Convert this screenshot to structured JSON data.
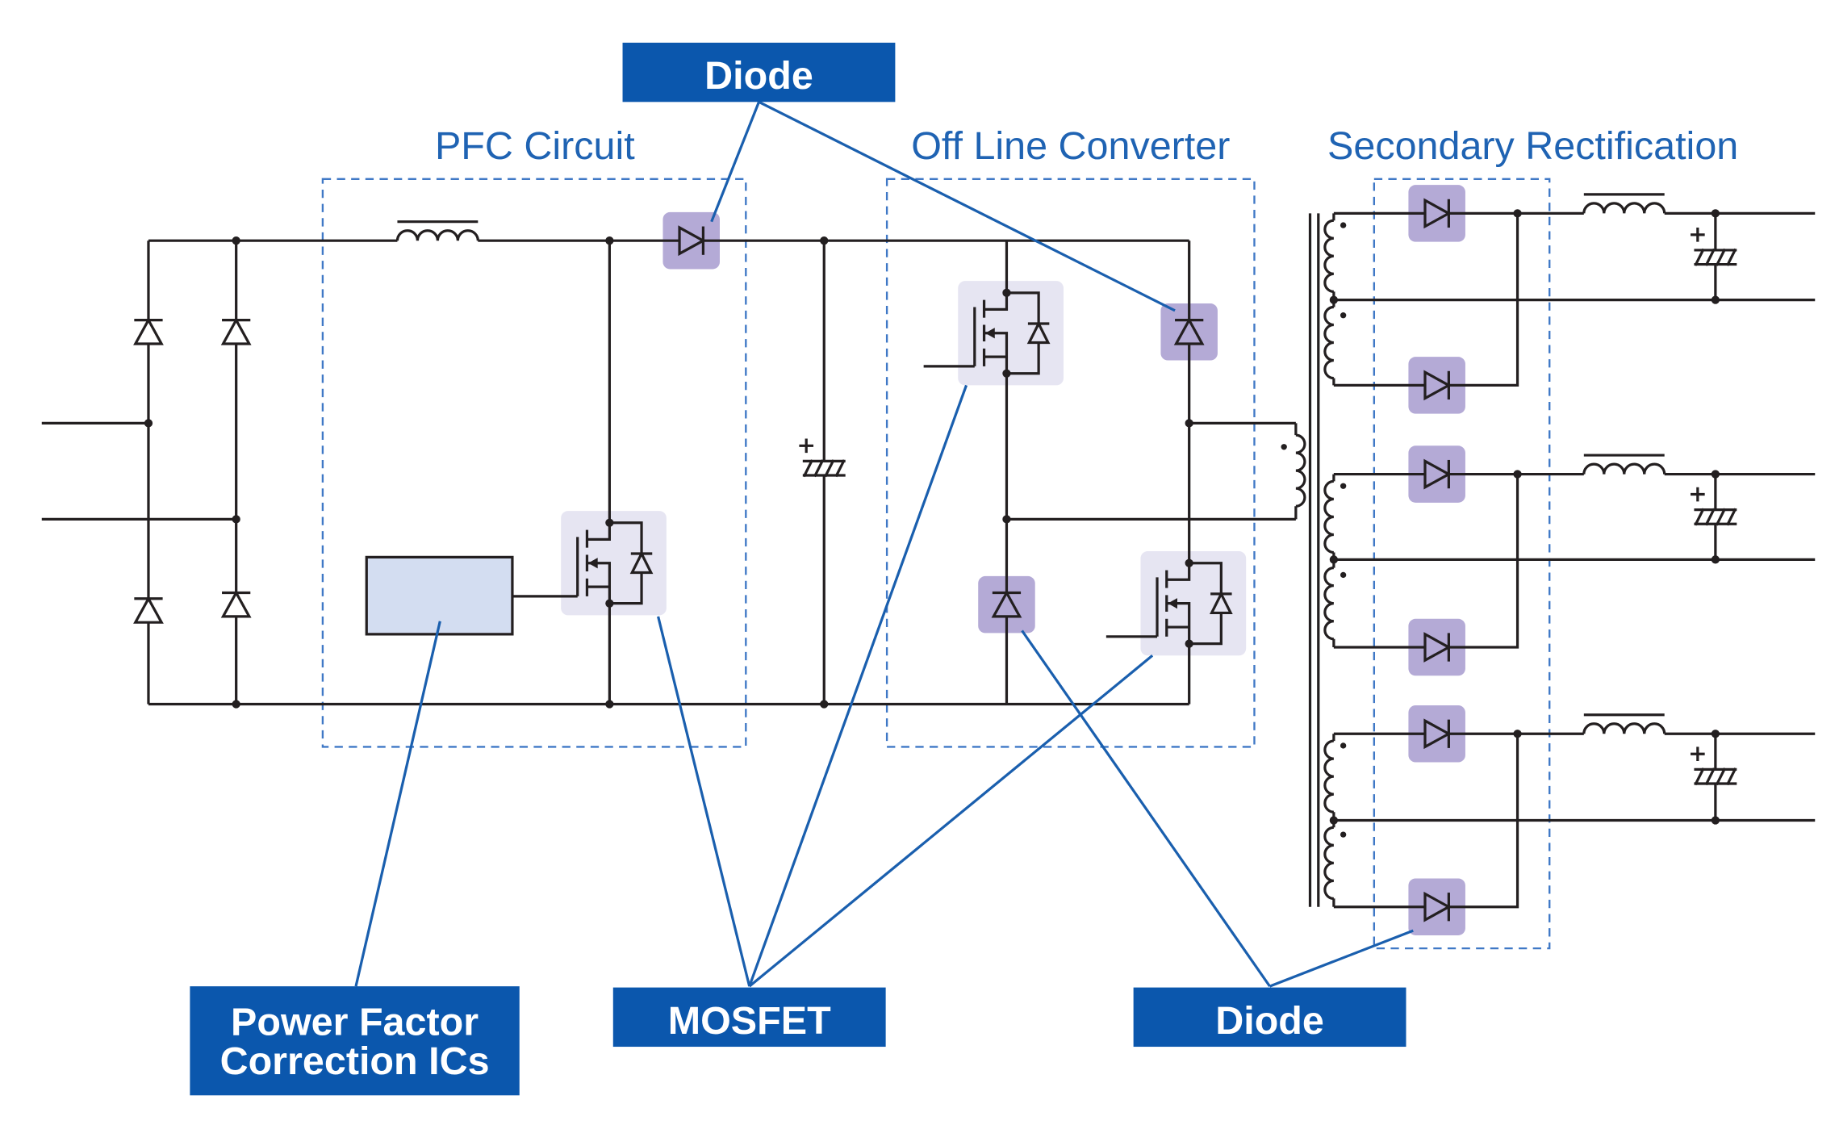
{
  "labels": {
    "diode_top": "Diode",
    "pfc_ic_line1": "Power Factor",
    "pfc_ic_line2": "Correction ICs",
    "mosfet": "MOSFET",
    "diode_bottom": "Diode"
  },
  "sections": {
    "pfc": "PFC Circuit",
    "offline": "Off Line Converter",
    "secondary": "Secondary Rectification"
  },
  "colors": {
    "label_box": "#0b57ad",
    "section_text": "#1f63b3",
    "leader_line": "#1a5fae",
    "diode_highlight": "#b4aad6",
    "mosfet_highlight": "#e6e5f2",
    "ic_block": "#d3ddf1"
  }
}
